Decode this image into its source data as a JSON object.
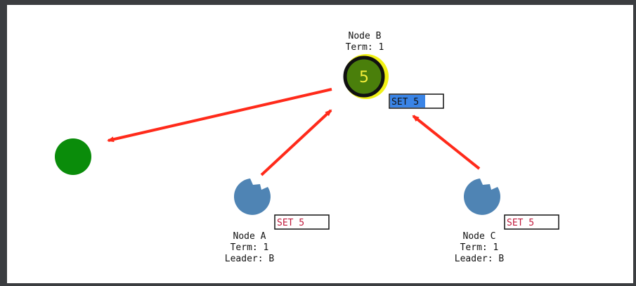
{
  "nodes": {
    "b": {
      "name": "Node B",
      "term": "Term: 1",
      "value": "5"
    },
    "a": {
      "name": "Node A",
      "term": "Term: 1",
      "leader": "Leader: B",
      "pending_label": "SET 5"
    },
    "c": {
      "name": "Node C",
      "term": "Term: 1",
      "leader": "Leader: B",
      "pending_label": "SET 5"
    }
  },
  "leader_log_label": "SET 5",
  "colors": {
    "canvas_bg": "#ffffff",
    "outer_bg": "#3b3d40",
    "leader_fill": "#4a7f0b",
    "leader_ring": "#111111",
    "leader_halo": "#f1f116",
    "leader_value_text": "#f4ee3a",
    "follower_fill": "#4f84b4",
    "client_fill": "#0a8c0a",
    "arrow": "#ff2a1a",
    "log_confirmed_bg": "#3a84e6",
    "log_pending_text": "#c0183a"
  },
  "icons": {
    "leader": "leader-node-icon",
    "follower": "follower-node-icon",
    "client": "client-node-icon"
  }
}
